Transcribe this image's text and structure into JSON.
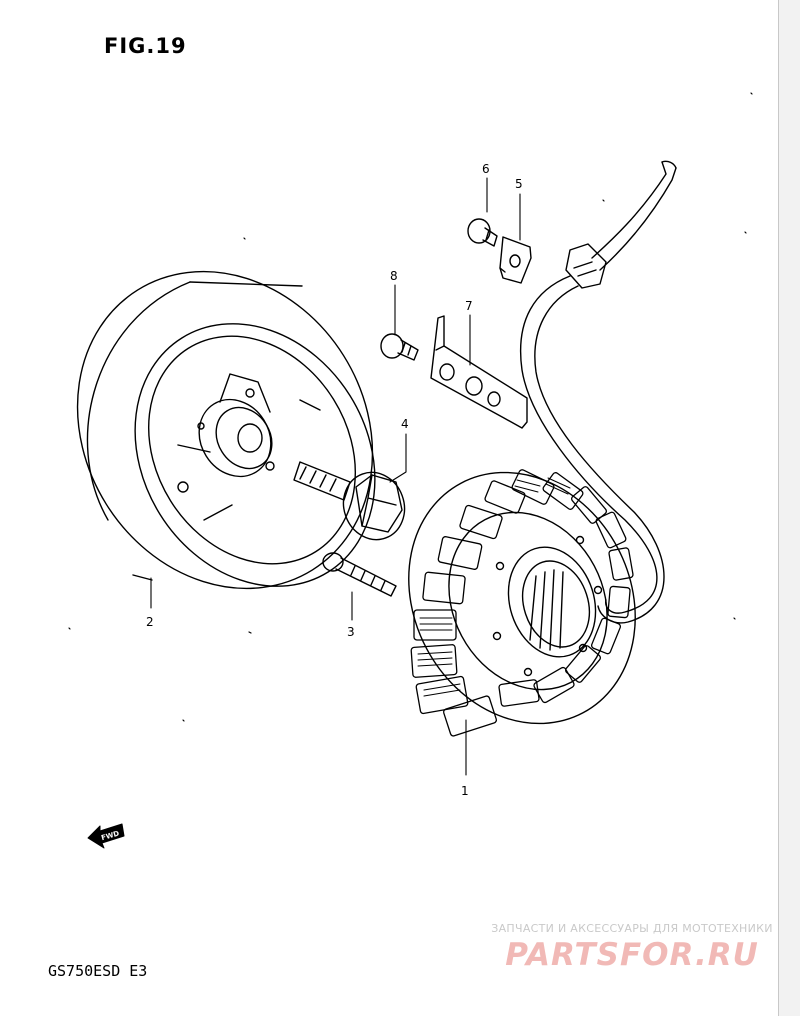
{
  "figure": {
    "title": "FIG.19",
    "model_code": "GS750ESD  E3"
  },
  "callouts": [
    "1",
    "2",
    "3",
    "4",
    "5",
    "6",
    "7",
    "8"
  ],
  "direction_arrow": {
    "label": "FWD",
    "icon": "forward-arrow-icon"
  },
  "watermark": {
    "tagline": "ЗАПЧАСТИ И АКСЕССУАРЫ ДЛЯ МОТОТЕХНИКИ",
    "brand": "PARTSFOR.RU",
    "color": "#f1b9b6"
  },
  "colors": {
    "line": "#000000",
    "background": "#ffffff"
  }
}
